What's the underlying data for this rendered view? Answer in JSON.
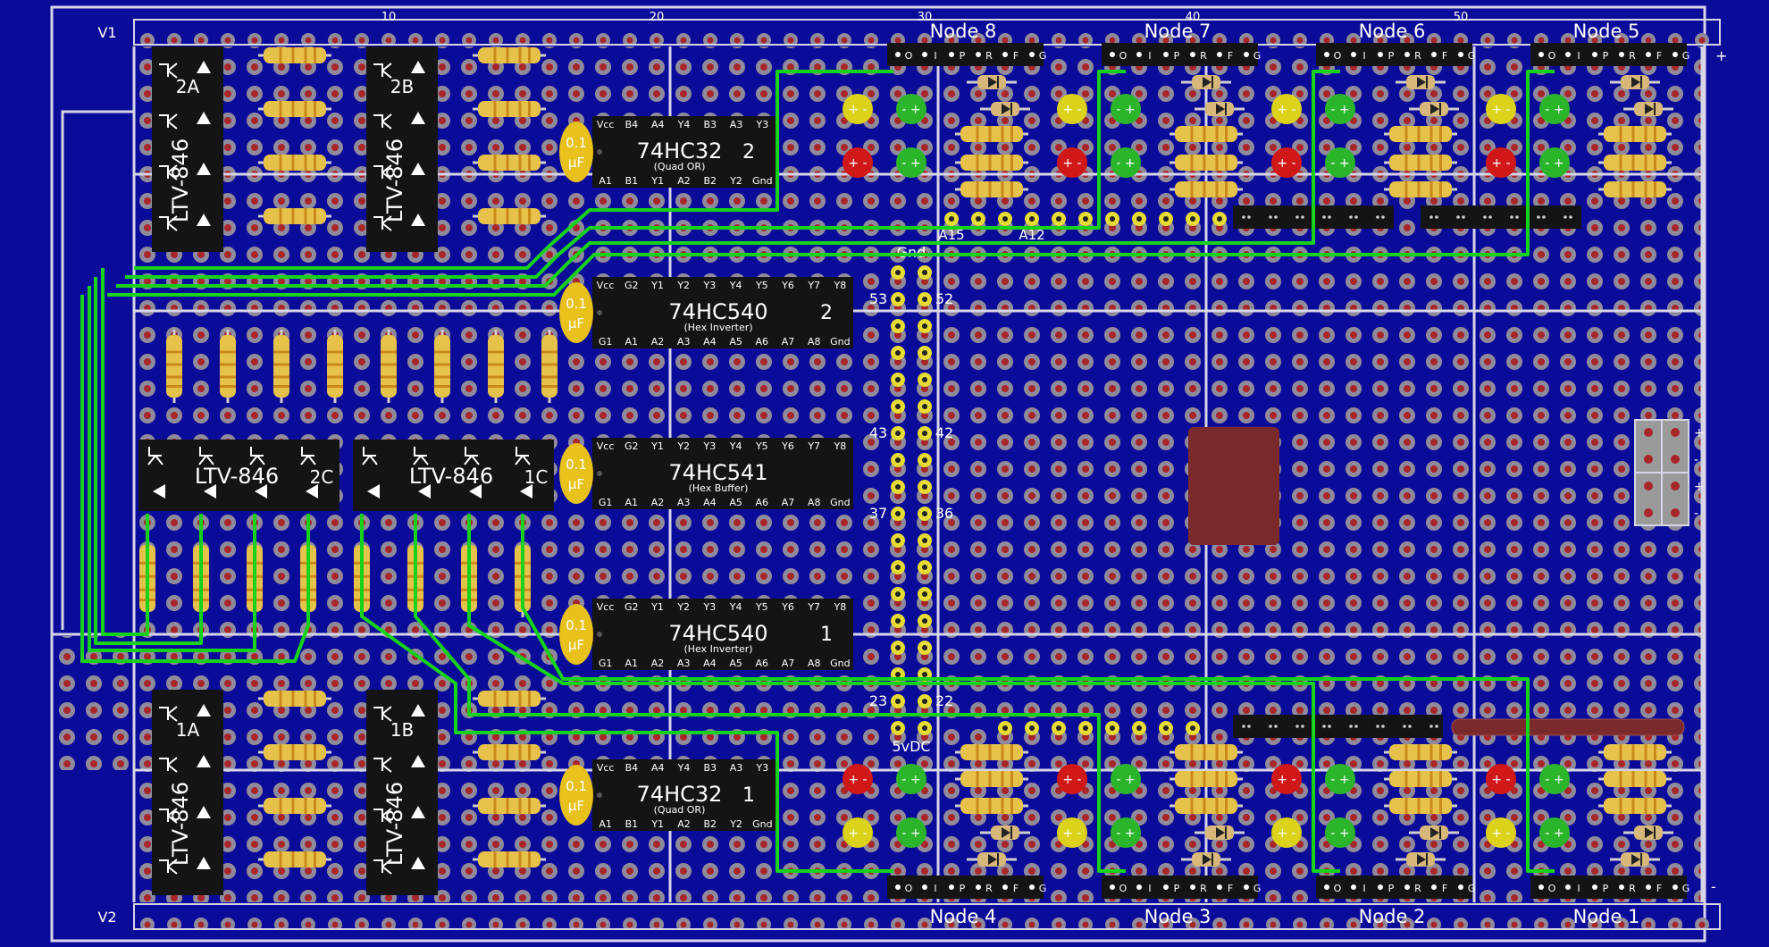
{
  "board": {
    "rail_top_label": "V1",
    "rail_bottom_label": "V2",
    "ruler_ticks": [
      "10",
      "20",
      "30",
      "40",
      "50"
    ],
    "plus": "+",
    "minus": "-"
  },
  "nodes_top": [
    "Node 8",
    "Node 7",
    "Node 6",
    "Node 5"
  ],
  "nodes_bottom": [
    "Node 4",
    "Node 3",
    "Node 2",
    "Node 1"
  ],
  "node_pins": [
    "O",
    "I",
    "P",
    "R",
    "F",
    "G"
  ],
  "caps": {
    "line1": "0.1",
    "line2": "µF"
  },
  "chips": {
    "or2": {
      "name": "74HC32",
      "num": "2",
      "sub": "(Quad OR)"
    },
    "inv2": {
      "name": "74HC540",
      "num": "2",
      "sub": "(Hex Inverter)"
    },
    "buf": {
      "name": "74HC541",
      "num": "",
      "sub": "(Hex Buffer)"
    },
    "inv1": {
      "name": "74HC540",
      "num": "1",
      "sub": "(Hex Inverter)"
    },
    "or1": {
      "name": "74HC32",
      "num": "1",
      "sub": "(Quad OR)"
    }
  },
  "pins_or_top": [
    "Vcc",
    "B4",
    "A4",
    "Y4",
    "B3",
    "A3",
    "Y3"
  ],
  "pins_or_bot": [
    "A1",
    "B1",
    "Y1",
    "A2",
    "B2",
    "Y2",
    "Gnd"
  ],
  "pins_hc_top": [
    "Vcc",
    "G2",
    "Y1",
    "Y2",
    "Y3",
    "Y4",
    "Y5",
    "Y6",
    "Y7",
    "Y8"
  ],
  "pins_hc_bot": [
    "G1",
    "A1",
    "A2",
    "A3",
    "A4",
    "A5",
    "A6",
    "A7",
    "A8",
    "Gnd"
  ],
  "ltv": {
    "name": "LTV-846",
    "v_2A": "2A",
    "v_2B": "2B",
    "v_1A": "1A",
    "v_1B": "1B",
    "h_2C": "2C",
    "h_1C": "1C"
  },
  "header_labels": {
    "a15": "A15",
    "a12": "A12",
    "gnd": "Gnd",
    "vdc": "5vDC",
    "n53": "53",
    "n52": "52",
    "n43": "43",
    "n42": "42",
    "n37": "37",
    "n36": "36",
    "n23": "23",
    "n22": "22"
  },
  "colors": {
    "board": "#0b0b9a",
    "trace": "#16d21b",
    "hole_ring": "#8f8a9c",
    "hole_center": "#a7262a",
    "chip": "#141414",
    "cap": "#e8c11a",
    "resistor": "#e7c24a",
    "led_yellow": "#dcd21a",
    "led_green": "#2bb52b",
    "led_red": "#d11818"
  }
}
